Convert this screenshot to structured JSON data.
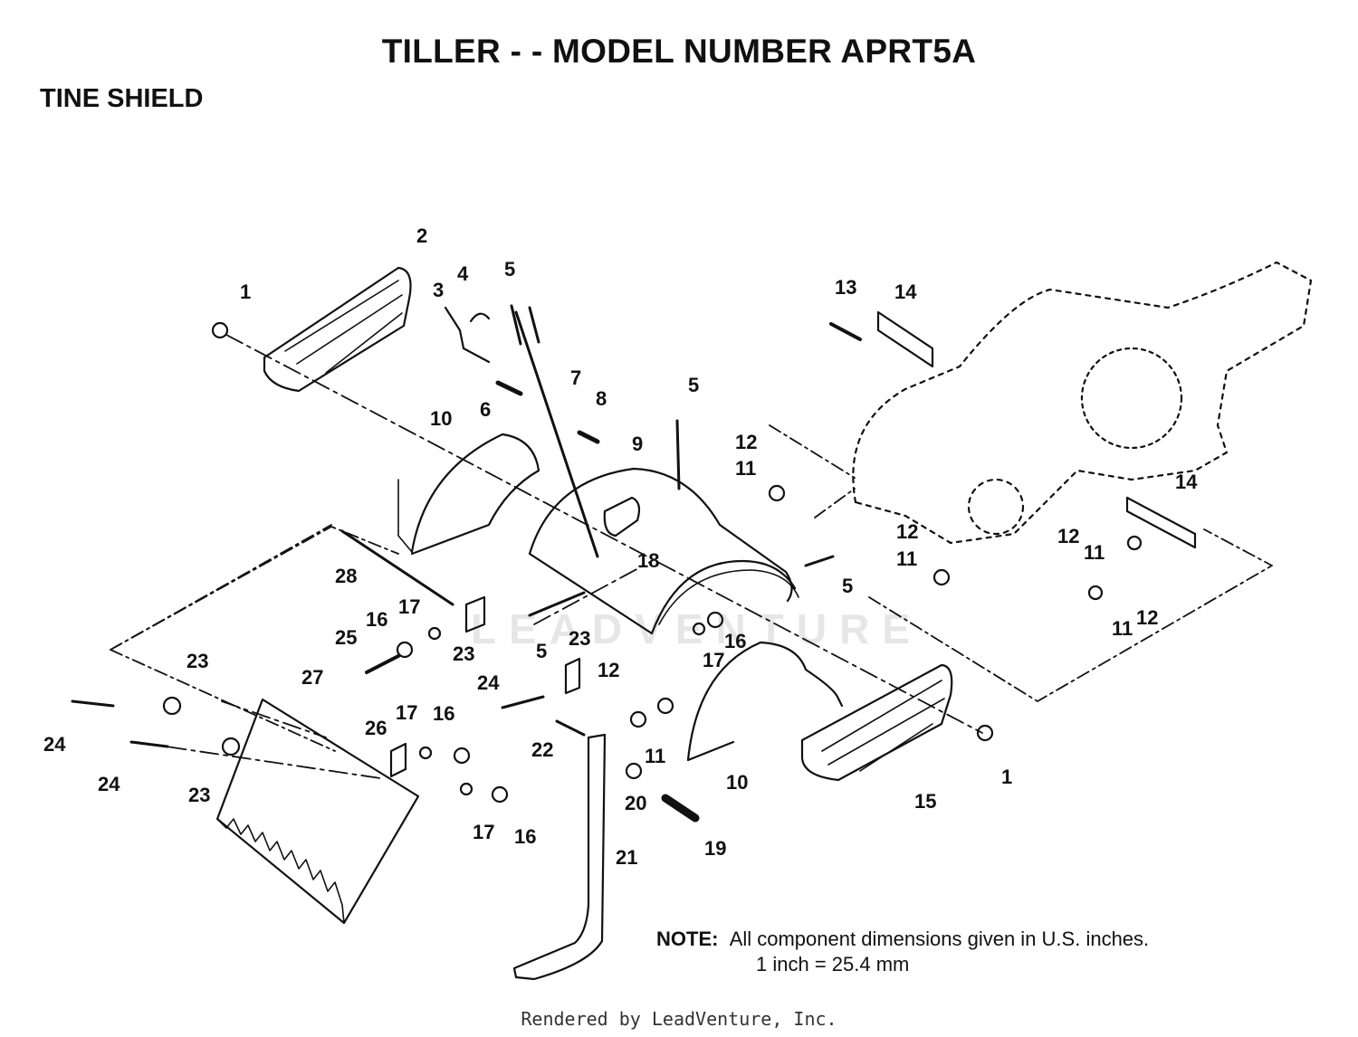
{
  "title": "TILLER - - MODEL NUMBER APRT5A",
  "section": "TINE SHIELD",
  "part_labels": [
    {
      "id": "1a",
      "text": "1"
    },
    {
      "id": "2",
      "text": "2"
    },
    {
      "id": "3",
      "text": "3"
    },
    {
      "id": "4",
      "text": "4"
    },
    {
      "id": "5a",
      "text": "5"
    },
    {
      "id": "6",
      "text": "6"
    },
    {
      "id": "7",
      "text": "7"
    },
    {
      "id": "8",
      "text": "8"
    },
    {
      "id": "5b",
      "text": "5"
    },
    {
      "id": "9",
      "text": "9"
    },
    {
      "id": "10a",
      "text": "10"
    },
    {
      "id": "13",
      "text": "13"
    },
    {
      "id": "14a",
      "text": "14"
    },
    {
      "id": "12a",
      "text": "12"
    },
    {
      "id": "11a",
      "text": "11"
    },
    {
      "id": "12b",
      "text": "12"
    },
    {
      "id": "11b",
      "text": "11"
    },
    {
      "id": "14b",
      "text": "14"
    },
    {
      "id": "12c",
      "text": "12"
    },
    {
      "id": "11c",
      "text": "11"
    },
    {
      "id": "12d",
      "text": "12"
    },
    {
      "id": "11d",
      "text": "11"
    },
    {
      "id": "18",
      "text": "18"
    },
    {
      "id": "28",
      "text": "28"
    },
    {
      "id": "5c",
      "text": "5"
    },
    {
      "id": "16a",
      "text": "16"
    },
    {
      "id": "17a",
      "text": "17"
    },
    {
      "id": "25",
      "text": "25"
    },
    {
      "id": "23a",
      "text": "23"
    },
    {
      "id": "5d",
      "text": "5"
    },
    {
      "id": "23b",
      "text": "23"
    },
    {
      "id": "17b",
      "text": "17"
    },
    {
      "id": "16b",
      "text": "16"
    },
    {
      "id": "12e",
      "text": "12"
    },
    {
      "id": "23c",
      "text": "23"
    },
    {
      "id": "24a",
      "text": "24"
    },
    {
      "id": "27",
      "text": "27"
    },
    {
      "id": "17c",
      "text": "17"
    },
    {
      "id": "16c",
      "text": "16"
    },
    {
      "id": "26",
      "text": "26"
    },
    {
      "id": "24b",
      "text": "24"
    },
    {
      "id": "24c",
      "text": "24"
    },
    {
      "id": "23d",
      "text": "23"
    },
    {
      "id": "22",
      "text": "22"
    },
    {
      "id": "11e",
      "text": "11"
    },
    {
      "id": "20",
      "text": "20"
    },
    {
      "id": "10b",
      "text": "10"
    },
    {
      "id": "15",
      "text": "15"
    },
    {
      "id": "1b",
      "text": "1"
    },
    {
      "id": "17d",
      "text": "17"
    },
    {
      "id": "16d",
      "text": "16"
    },
    {
      "id": "19",
      "text": "19"
    },
    {
      "id": "21",
      "text": "21"
    }
  ],
  "note": {
    "label": "NOTE:",
    "line1": "All component dimensions given in U.S. inches.",
    "line2": "1 inch = 25.4 mm"
  },
  "watermark": "LEADVENTURE",
  "footer": "Rendered by LeadVenture, Inc."
}
